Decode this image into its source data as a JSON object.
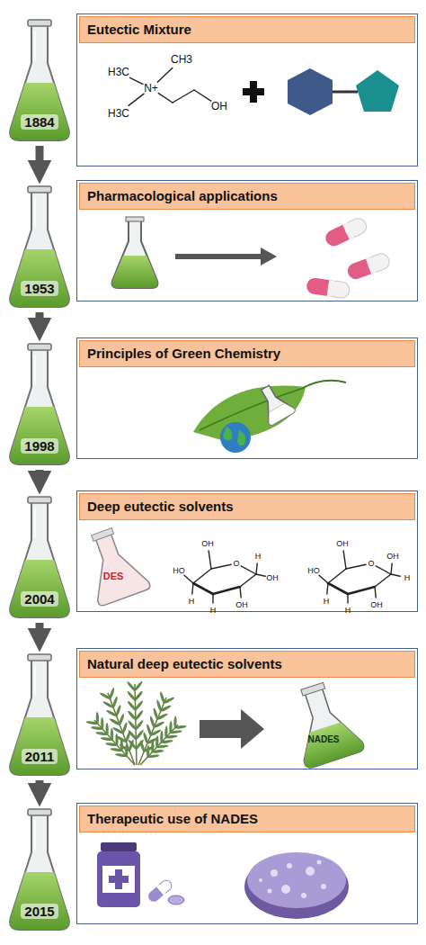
{
  "diagram": {
    "nodes": [
      {
        "text": [
          "1884"
        ]
      },
      {
        "text": [
          "Eutectic Mixture"
        ]
      },
      {
        "text": [
          "1953"
        ]
      },
      {
        "text": [
          "Pharmacological applications"
        ]
      },
      {
        "text": [
          "1998"
        ]
      },
      {
        "text": [
          "Principles of Green Chemistry"
        ]
      },
      {
        "text": [
          "2004"
        ]
      },
      {
        "text": [
          "Deep eutectic solvents"
        ]
      },
      {
        "text": [
          "2011"
        ]
      },
      {
        "text": [
          "Natural deep eutectic solvents"
        ]
      },
      {
        "text": [
          "2015"
        ]
      },
      {
        "text": [
          "Therapeutic use of NADES"
        ]
      }
    ],
    "edges": [
      {
        "from": 0,
        "to": 2,
        "arrow": "to"
      },
      {
        "from": 2,
        "to": 4,
        "arrow": "to"
      },
      {
        "from": 4,
        "to": 6,
        "arrow": "to"
      },
      {
        "from": 6,
        "to": 8,
        "arrow": "to"
      },
      {
        "from": 8,
        "to": 10,
        "arrow": "to"
      }
    ],
    "labels": [
      "H3C",
      "CH3",
      "N+",
      "H3C",
      "OH",
      "DES",
      "OH",
      "O",
      "HO",
      "H",
      "H",
      "OH",
      "OH",
      "H",
      "OH",
      "O",
      "HO",
      "H",
      "H",
      "OH",
      "H",
      "OH",
      "NADES"
    ]
  }
}
